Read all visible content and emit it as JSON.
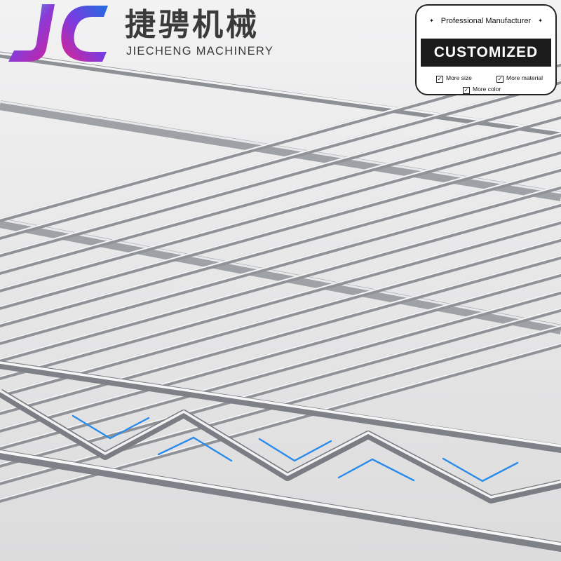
{
  "brand": {
    "name_cn": "捷骋机械",
    "name_en": "JIECHENG MACHINERY",
    "logo_letters": "JC",
    "colors": {
      "blue": "#1f6fe0",
      "purple": "#8a3ad6",
      "magenta": "#d21f9a",
      "cyan": "#2fd3e6"
    }
  },
  "badge": {
    "top_text": "Professional Manufacturer",
    "banner_text": "CUSTOMIZED",
    "options": [
      {
        "label": "More size",
        "checked": true
      },
      {
        "label": "More material",
        "checked": true
      },
      {
        "label": "More color",
        "checked": true
      }
    ]
  },
  "product": {
    "icon": "wire-shelf",
    "wire_color": "#cfd1d4",
    "wave_accent_color": "#2a8bea"
  }
}
